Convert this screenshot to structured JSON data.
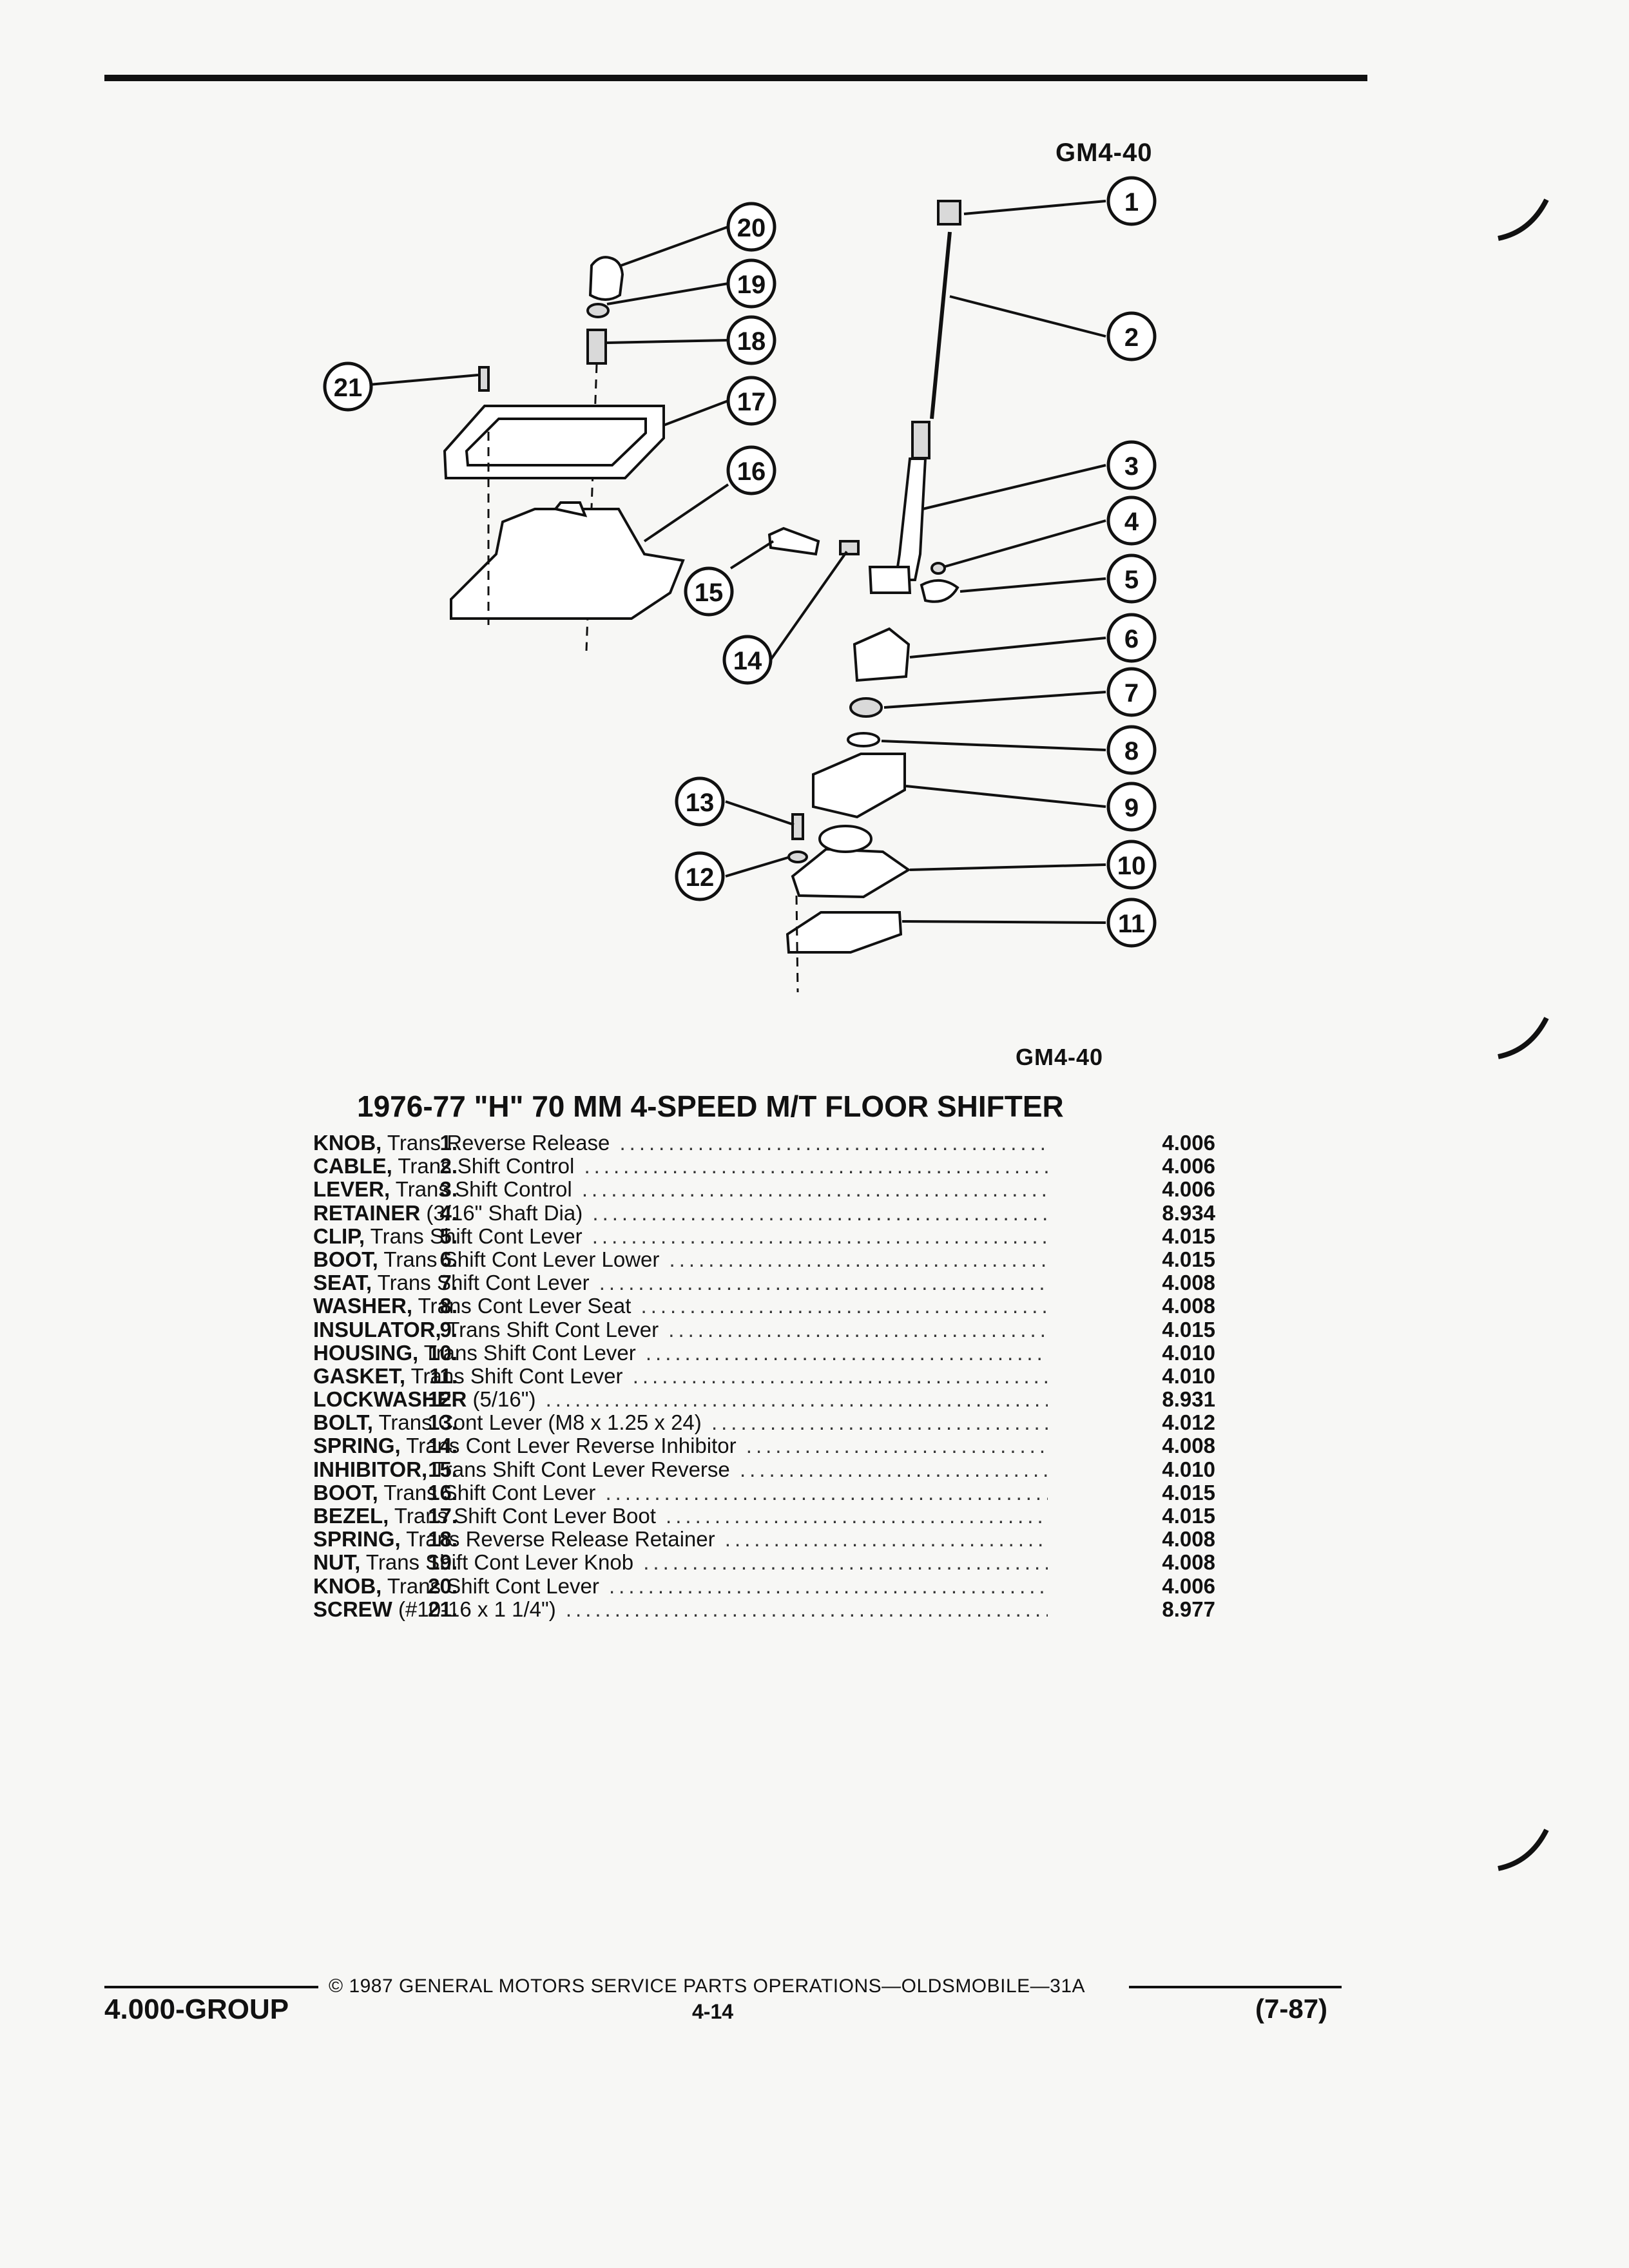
{
  "figure": {
    "code_top": "GM4-40",
    "code_bottom": "GM4-40",
    "callouts": [
      "1",
      "2",
      "3",
      "4",
      "5",
      "6",
      "7",
      "8",
      "9",
      "10",
      "11",
      "12",
      "13",
      "14",
      "15",
      "16",
      "17",
      "18",
      "19",
      "20",
      "21"
    ]
  },
  "title": "1976-77 \"H\" 70 MM 4-SPEED M/T FLOOR SHIFTER",
  "parts": [
    {
      "num": "1.",
      "name": "KNOB,",
      "desc": " Trans Reverse Release",
      "group": "4.006"
    },
    {
      "num": "2.",
      "name": "CABLE,",
      "desc": " Trans Shift Control",
      "group": "4.006"
    },
    {
      "num": "3.",
      "name": "LEVER,",
      "desc": " Trans Shift Control",
      "group": "4.006"
    },
    {
      "num": "4.",
      "name": "RETAINER",
      "desc": " (3/16\" Shaft Dia)",
      "group": "8.934"
    },
    {
      "num": "5.",
      "name": "CLIP,",
      "desc": " Trans Shift Cont Lever",
      "group": "4.015"
    },
    {
      "num": "6.",
      "name": "BOOT,",
      "desc": " Trans Shift Cont Lever Lower",
      "group": "4.015"
    },
    {
      "num": "7.",
      "name": "SEAT,",
      "desc": " Trans Shift Cont Lever",
      "group": "4.008"
    },
    {
      "num": "8.",
      "name": "WASHER,",
      "desc": " Trans Cont Lever Seat",
      "group": "4.008"
    },
    {
      "num": "9.",
      "name": "INSULATOR,",
      "desc": " Trans Shift Cont Lever",
      "group": "4.015"
    },
    {
      "num": "10.",
      "name": "HOUSING,",
      "desc": " Trans Shift Cont Lever",
      "group": "4.010"
    },
    {
      "num": "11.",
      "name": "GASKET,",
      "desc": " Trans Shift Cont Lever",
      "group": "4.010"
    },
    {
      "num": "12.",
      "name": "LOCKWASHER",
      "desc": " (5/16\")",
      "group": "8.931"
    },
    {
      "num": "13.",
      "name": "BOLT,",
      "desc": " Trans Cont Lever (M8 x 1.25 x 24)",
      "group": "4.012"
    },
    {
      "num": "14.",
      "name": "SPRING,",
      "desc": " Trans Cont Lever Reverse Inhibitor",
      "group": "4.008"
    },
    {
      "num": "15.",
      "name": "INHIBITOR,",
      "desc": " Trans Shift Cont Lever Reverse",
      "group": "4.010"
    },
    {
      "num": "16.",
      "name": "BOOT,",
      "desc": " Trans Shift Cont Lever",
      "group": "4.015"
    },
    {
      "num": "17.",
      "name": "BEZEL,",
      "desc": " Trans Shift Cont Lever Boot",
      "group": "4.015"
    },
    {
      "num": "18.",
      "name": "SPRING,",
      "desc": " Trans Reverse Release Retainer",
      "group": "4.008"
    },
    {
      "num": "19.",
      "name": "NUT,",
      "desc": " Trans Shift Cont Lever Knob",
      "group": "4.008"
    },
    {
      "num": "20.",
      "name": "KNOB,",
      "desc": " Trans Shift Cont Lever",
      "group": "4.006"
    },
    {
      "num": "21.",
      "name": "SCREW",
      "desc": " (#10-16 x 1 1/4\")",
      "group": "8.977"
    }
  ],
  "footer": {
    "copyright": "© 1987 GENERAL MOTORS SERVICE PARTS OPERATIONS—OLDSMOBILE—31A",
    "page": "4-14",
    "group": "4.000-GROUP",
    "revision": "(7-87)"
  }
}
